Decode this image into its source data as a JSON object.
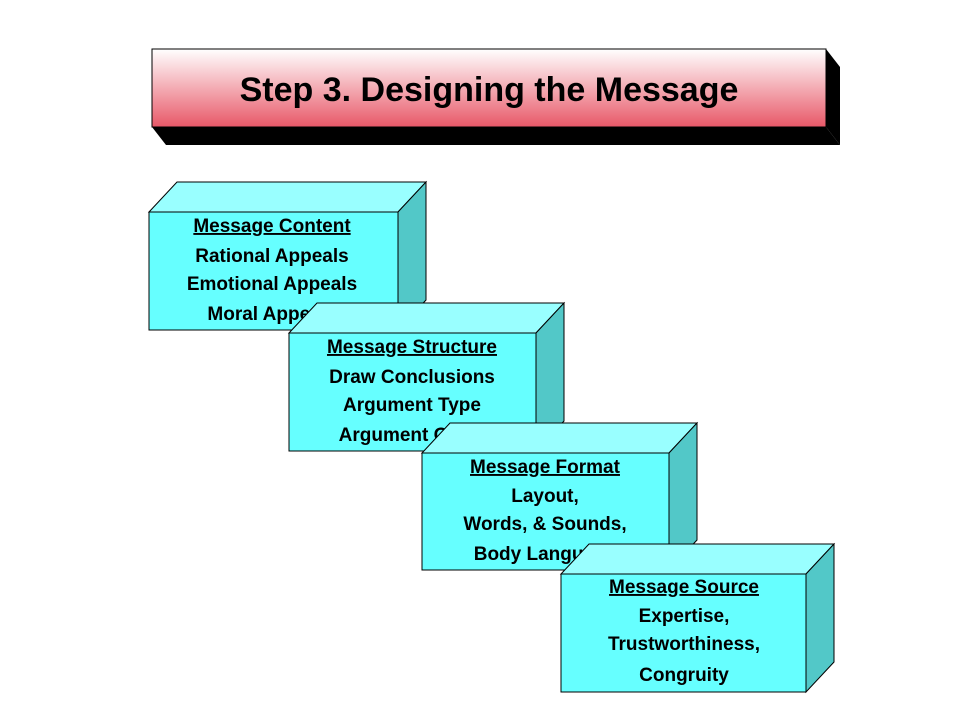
{
  "title": "Step 3.  Designing the Message",
  "colors": {
    "banner_top": "#ffffff",
    "banner_bottom": "#e85868",
    "box_front": "#66ffff",
    "box_top": "#99ffff",
    "box_side": "#52c8c8",
    "outline": "#000000"
  },
  "steps": [
    {
      "heading": "Message Content",
      "lines": [
        "Rational Appeals",
        "Emotional Appeals",
        "Moral Appeals"
      ]
    },
    {
      "heading": "Message Structure",
      "lines": [
        "Draw Conclusions",
        "Argument Type",
        "Argument Order"
      ]
    },
    {
      "heading": "Message Format",
      "lines": [
        "Layout,",
        "Words, & Sounds,",
        "Body Language"
      ]
    },
    {
      "heading": "Message Source",
      "lines": [
        "Expertise,",
        "Trustworthiness,",
        "Congruity"
      ]
    }
  ]
}
